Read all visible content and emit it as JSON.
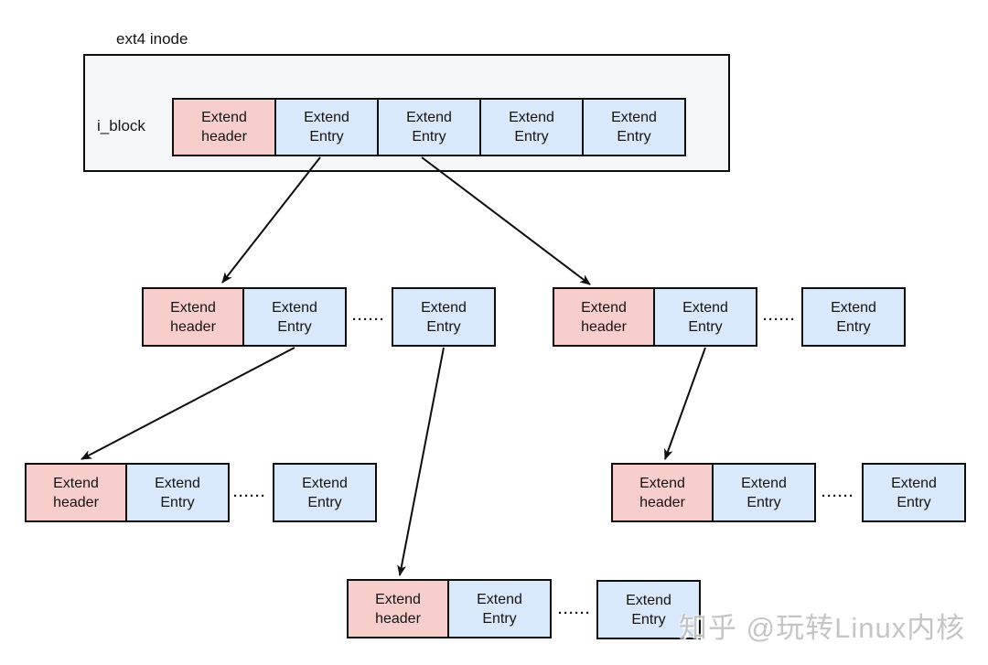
{
  "diagram": {
    "inode_label": "ext4 inode",
    "iblock_label": "i_block",
    "header_cell": {
      "line1": "Extend",
      "line2": "header"
    },
    "entry_cell": {
      "line1": "Extend",
      "line2": "Entry"
    },
    "ellipsis": "······",
    "watermark": "知乎 @玩转Linux内核",
    "colors": {
      "header_fill": "#f8cecc",
      "entry_fill": "#dae8fc",
      "inode_fill": "#f5f6f7",
      "border": "#0d0d0d",
      "arrow": "#0d0d0d",
      "background": "#ffffff",
      "watermark_gray": "#bbbbbb"
    }
  }
}
